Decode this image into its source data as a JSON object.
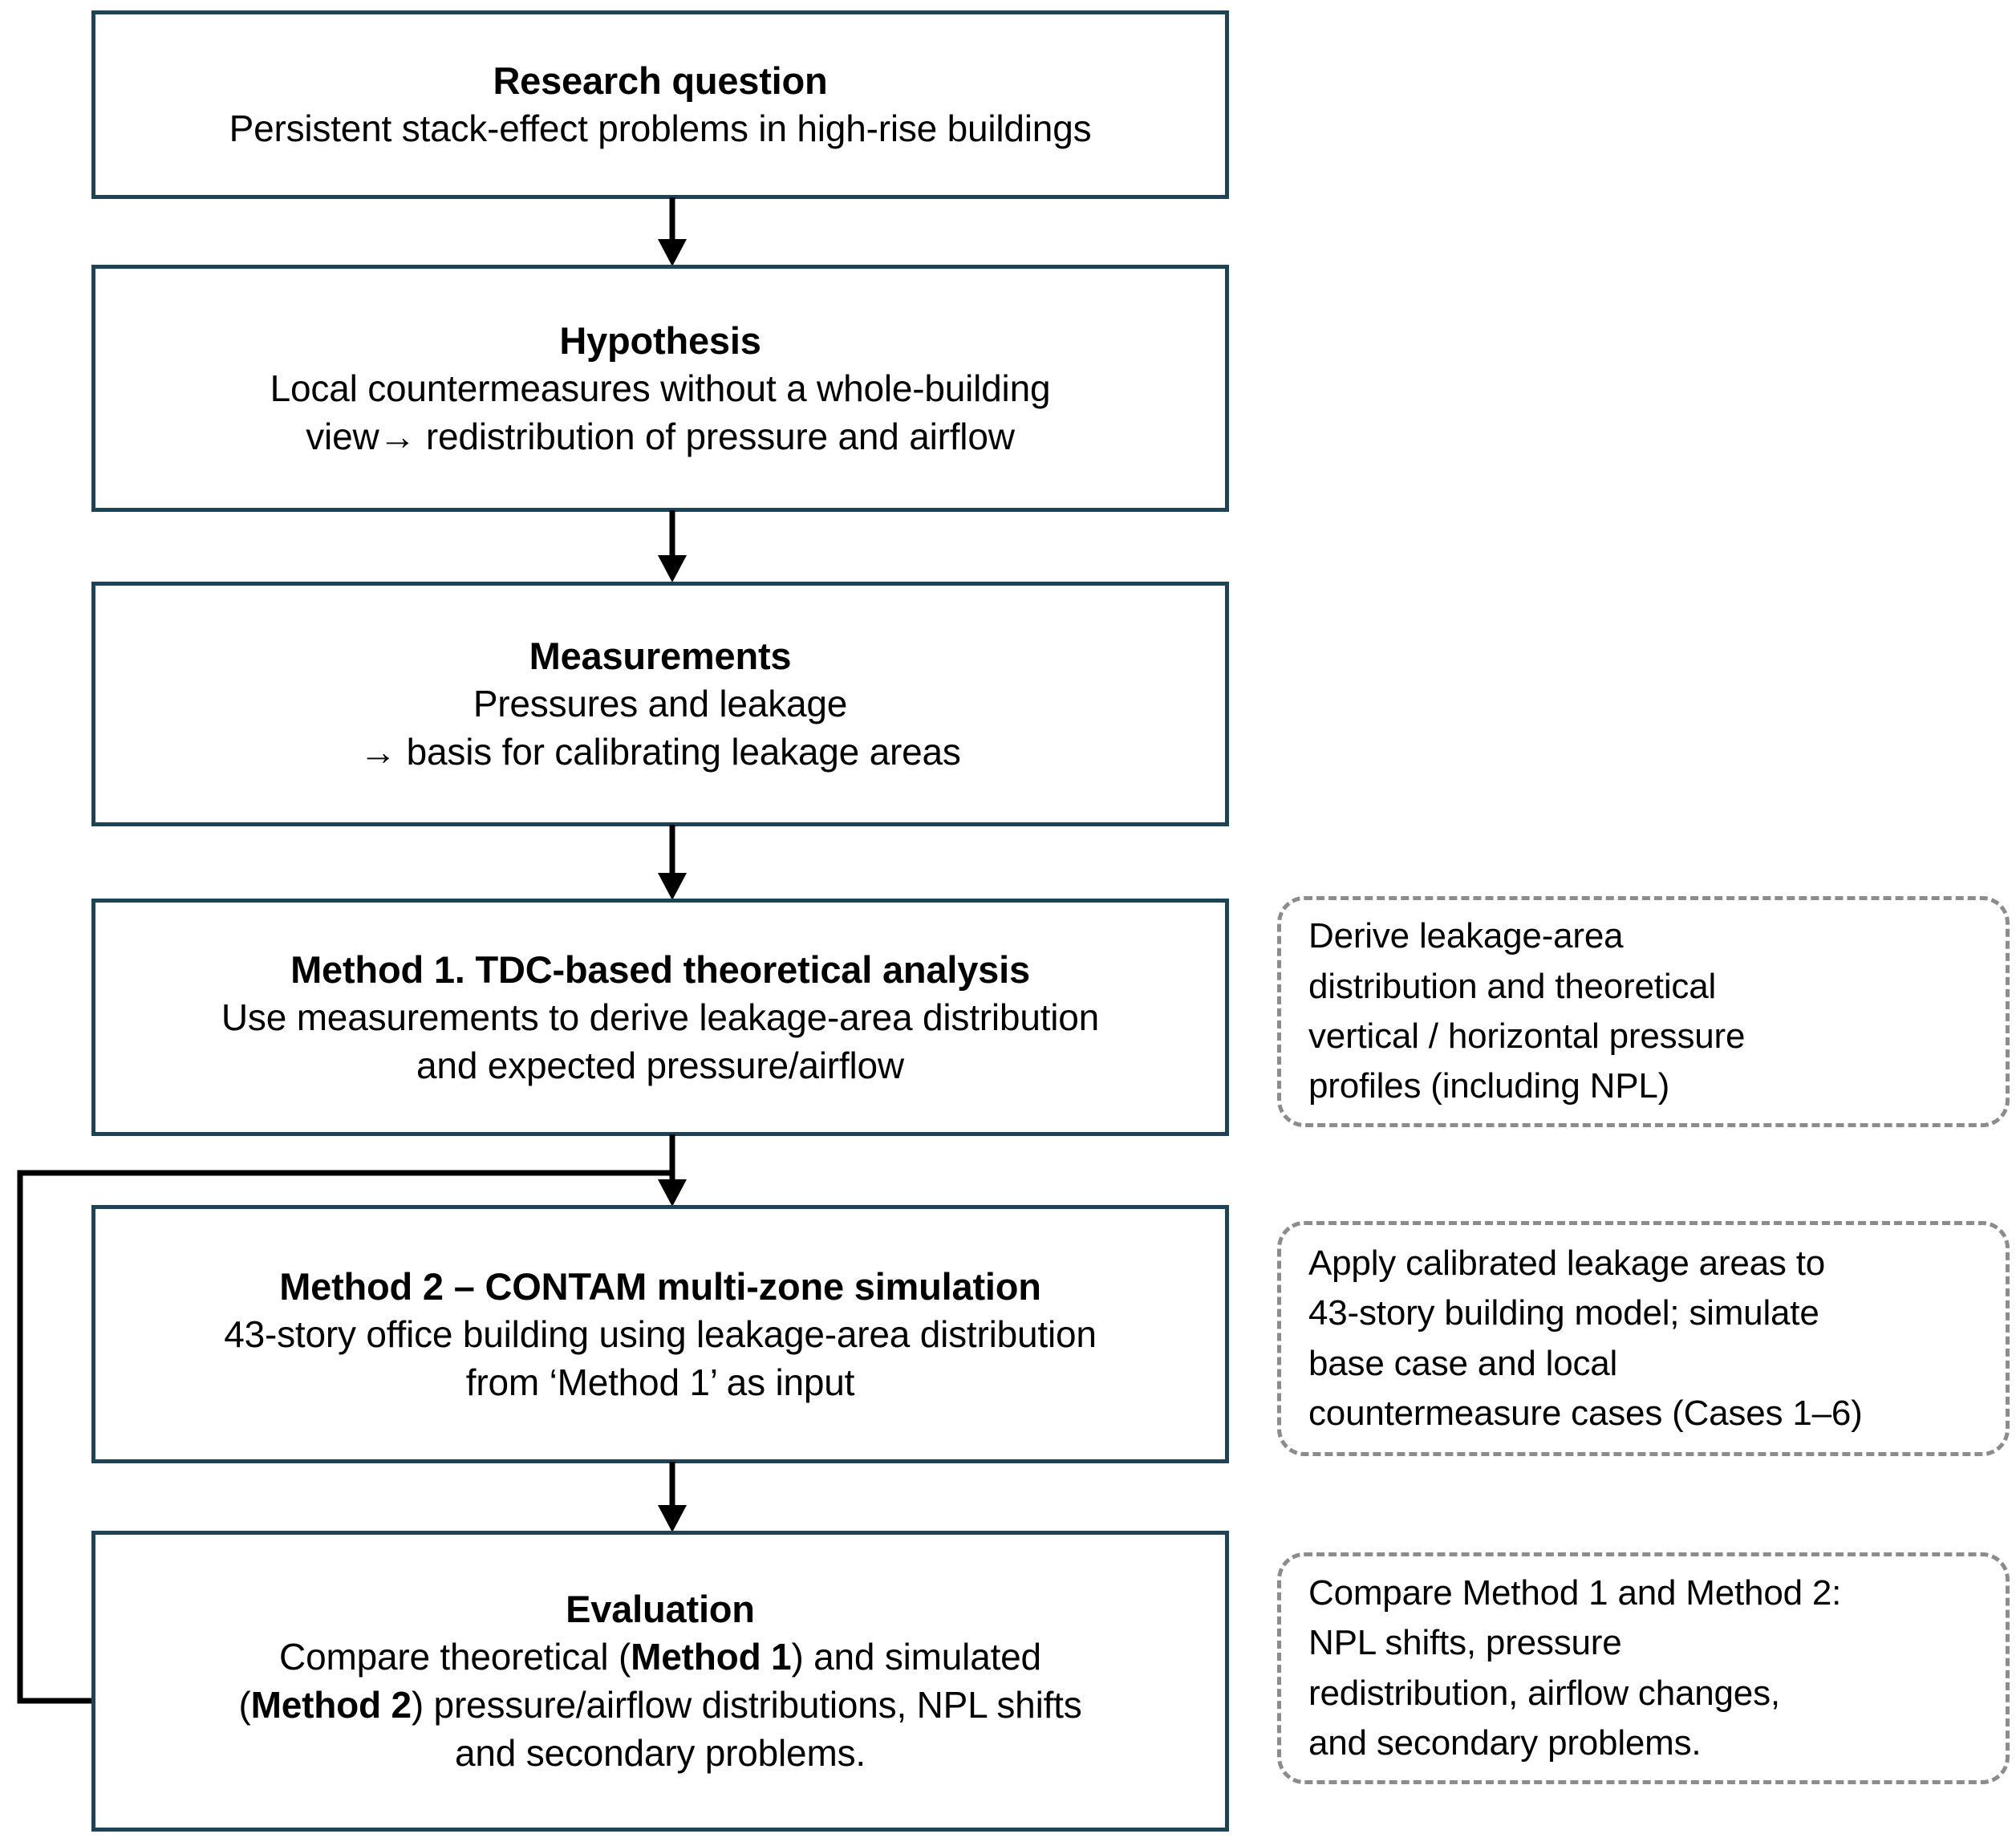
{
  "diagram": {
    "title": "Research methodology flowchart",
    "accent_color": "#1d4357",
    "note_border_color": "#8c8c8c",
    "connector_color": "#000000",
    "steps": [
      {
        "id": "research-question",
        "title": "Research question",
        "body": "Persistent stack-effect problems in high-rise buildings"
      },
      {
        "id": "hypothesis",
        "title": "Hypothesis",
        "body": "Local countermeasures without a whole-building\nview→ redistribution of pressure and airflow"
      },
      {
        "id": "measurements",
        "title": "Measurements",
        "body": "Pressures and leakage\n→ basis for calibrating leakage areas"
      },
      {
        "id": "method-1",
        "title": "Method 1. TDC-based theoretical analysis",
        "body": "Use measurements to derive leakage-area distribution\nand expected pressure/airflow"
      },
      {
        "id": "method-2",
        "title": "Method 2 – CONTAM multi-zone simulation",
        "body": "43-story office building using leakage-area distribution\nfrom ‘Method 1’ as input"
      },
      {
        "id": "evaluation",
        "title": "Evaluation",
        "body_html": "Compare theoretical (<b>Method 1</b>) and simulated\n(<b>Method 2</b>) pressure/airflow distributions, NPL shifts\nand secondary problems."
      }
    ],
    "notes": [
      {
        "id": "note-method-1",
        "text": "Derive leakage-area\ndistribution and theoretical\nvertical / horizontal pressure\nprofiles (including NPL)"
      },
      {
        "id": "note-method-2",
        "text": "Apply calibrated leakage areas to\n43-story building model; simulate\nbase case and local\ncountermeasure cases (Cases 1–6)"
      },
      {
        "id": "note-evaluation",
        "text": "Compare Method 1 and Method 2:\nNPL shifts, pressure\nredistribution, airflow changes,\nand secondary problems."
      }
    ],
    "connectors": [
      {
        "id": "arrow-question-to-hypothesis",
        "kind": "down-arrow"
      },
      {
        "id": "arrow-hypothesis-to-measurements",
        "kind": "down-arrow"
      },
      {
        "id": "arrow-measurements-to-method1",
        "kind": "down-arrow"
      },
      {
        "id": "arrow-method1-to-method2",
        "kind": "down-arrow"
      },
      {
        "id": "arrow-method2-to-evaluation",
        "kind": "down-arrow"
      },
      {
        "id": "feedback-method1-to-evaluation",
        "kind": "elbow-arrow-left"
      }
    ]
  }
}
